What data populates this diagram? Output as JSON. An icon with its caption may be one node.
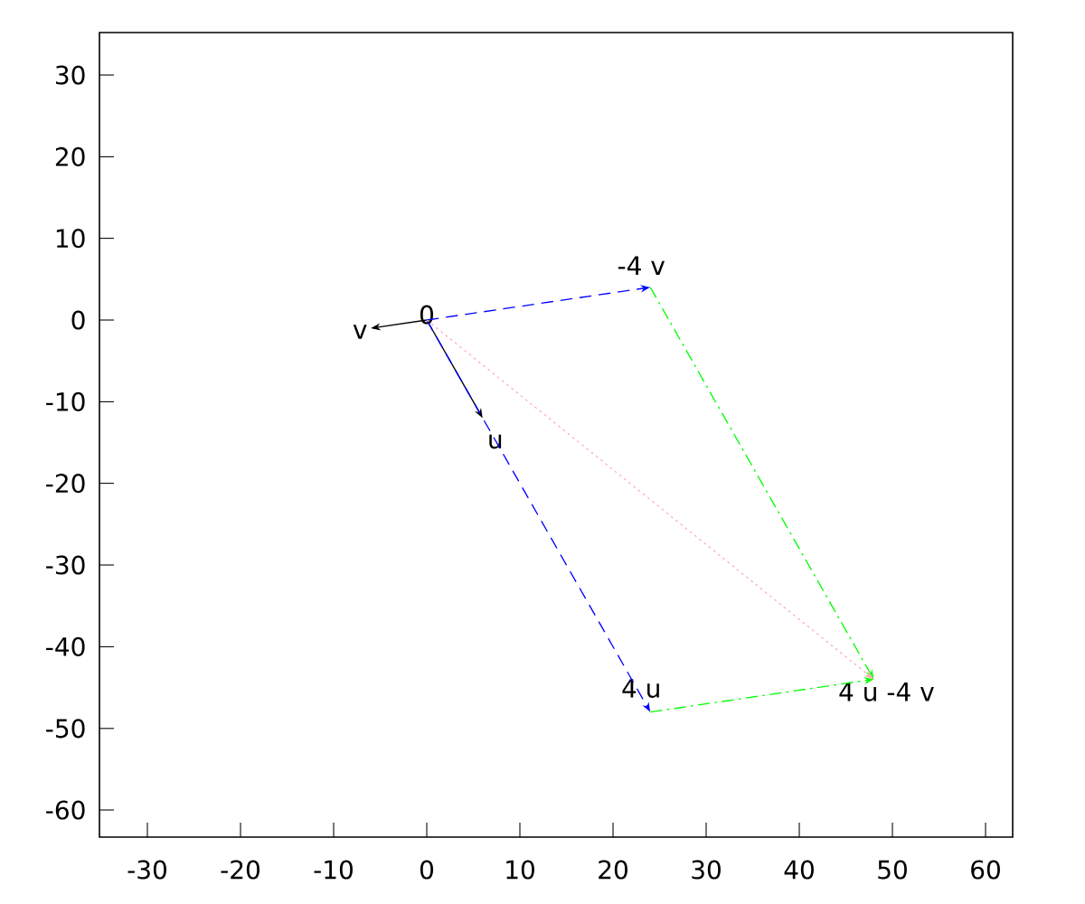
{
  "diagram": {
    "nodes": [
      {
        "text": [
          "0"
        ]
      },
      {
        "text": [
          "v"
        ]
      },
      {
        "text": [
          "u"
        ]
      },
      {
        "text": [
          "-4 v"
        ]
      },
      {
        "text": [
          "4 u"
        ]
      },
      {
        "text": [
          "4 u -4 v"
        ]
      }
    ],
    "edges": [
      {
        "from": 0,
        "to": 1,
        "arrow": "to"
      },
      {
        "from": 0,
        "to": 2,
        "arrow": "to"
      },
      {
        "from": 0,
        "to": 3,
        "arrow": "to",
        "style": "dashed",
        "color": "#0000ff"
      },
      {
        "from": 0,
        "to": 4,
        "arrow": "to",
        "style": "dashed",
        "color": "#0000ff"
      },
      {
        "from": 3,
        "to": 5,
        "arrow": "to",
        "style": "dashed",
        "color": "#00ff00"
      },
      {
        "from": 4,
        "to": 5,
        "arrow": "to",
        "style": "dashed",
        "color": "#00ff00"
      },
      {
        "from": 0,
        "to": 5,
        "arrow": "to",
        "style": "dashed",
        "color": "#ffb0b0"
      }
    ],
    "labels": [
      "30",
      "20",
      "10",
      "0",
      "-10",
      "-20",
      "-30",
      "-40",
      "-50",
      "-60",
      "-30",
      "-20",
      "-10",
      "0",
      "10",
      "20",
      "30",
      "40",
      "50",
      "60"
    ]
  }
}
